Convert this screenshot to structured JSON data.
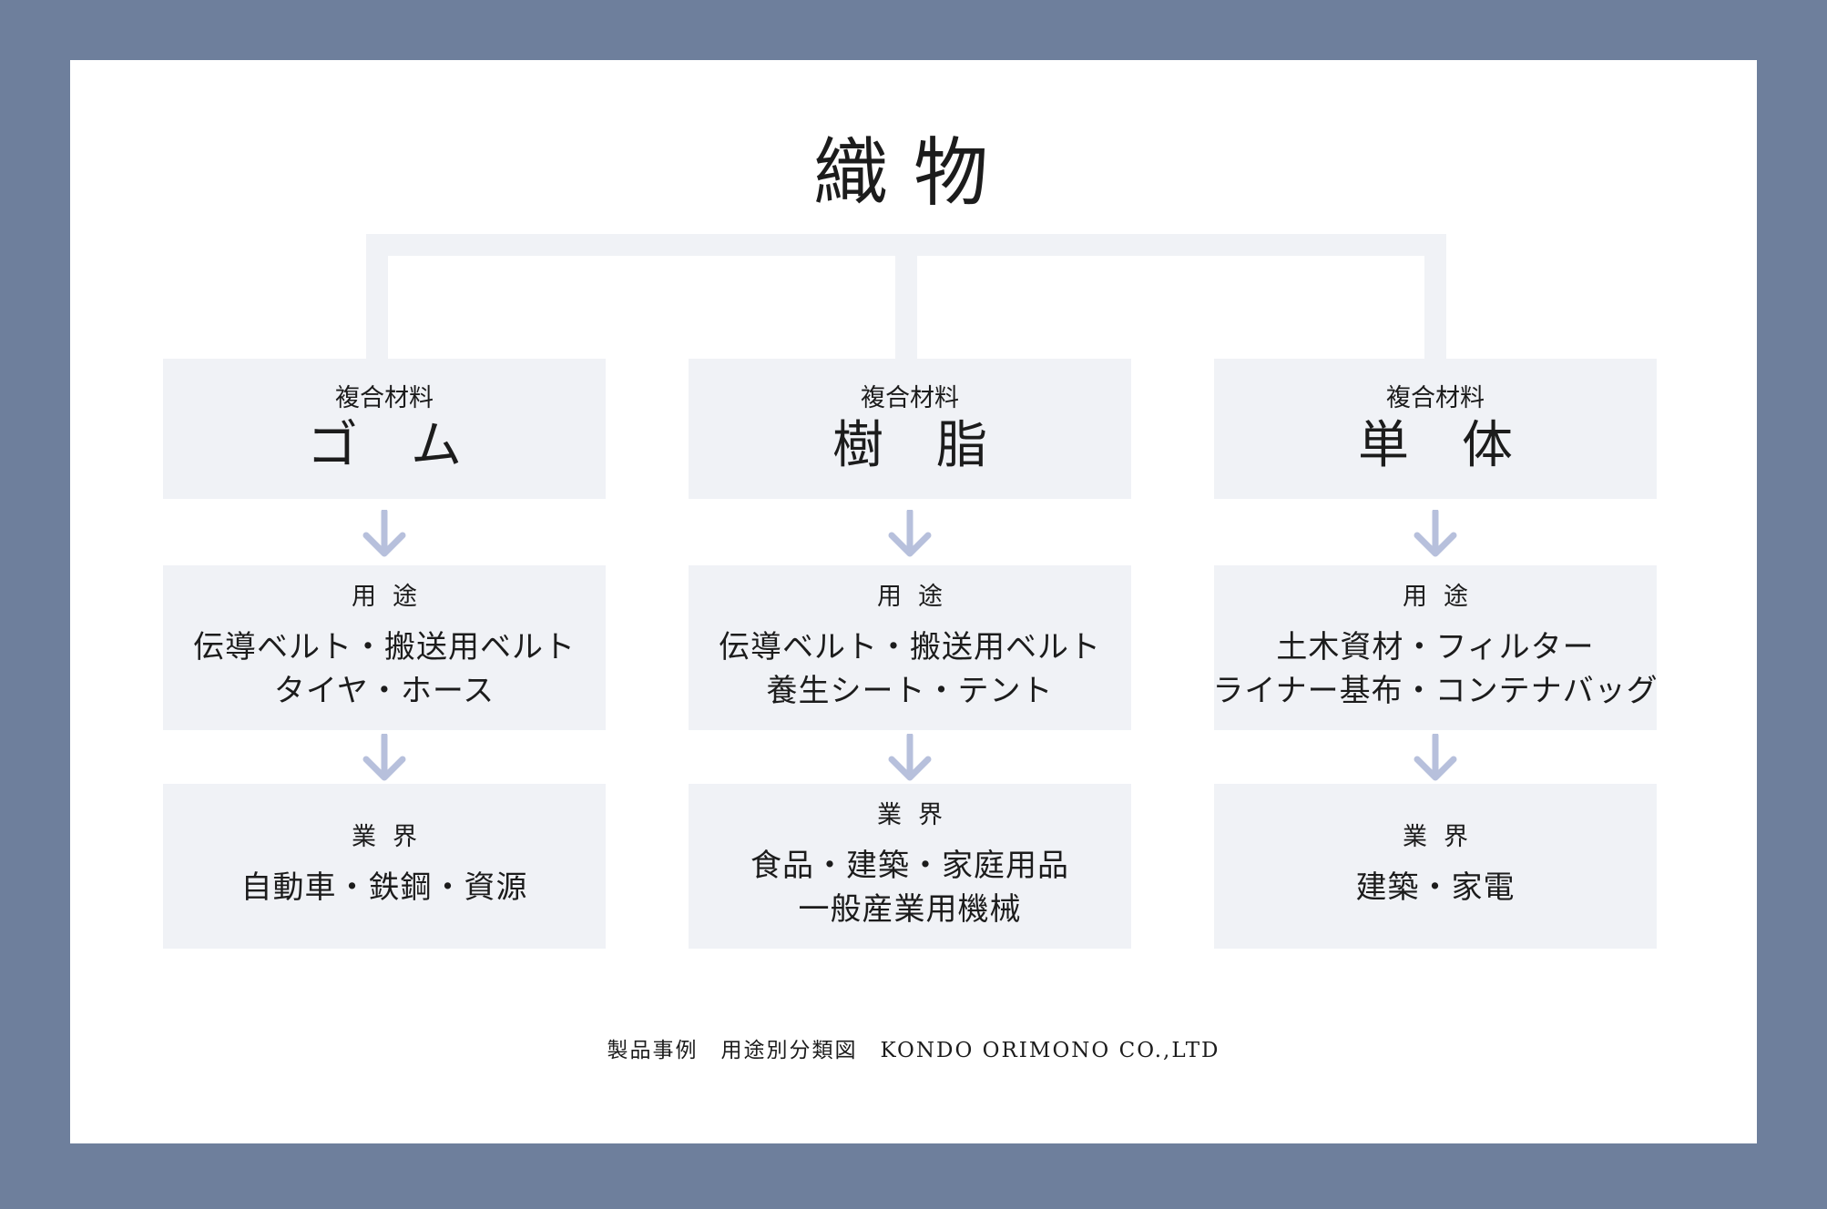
{
  "title": "織物",
  "columns": [
    {
      "category_label": "複合材料",
      "category_name": "ゴム",
      "use_label": "用途",
      "use_lines": [
        "伝導ベルト・搬送用ベルト",
        "タイヤ・ホース"
      ],
      "industry_label": "業界",
      "industry_lines": [
        "自動車・鉄鋼・資源"
      ]
    },
    {
      "category_label": "複合材料",
      "category_name": "樹脂",
      "use_label": "用途",
      "use_lines": [
        "伝導ベルト・搬送用ベルト",
        "養生シート・テント"
      ],
      "industry_label": "業界",
      "industry_lines": [
        "食品・建築・家庭用品",
        "一般産業用機械"
      ]
    },
    {
      "category_label": "複合材料",
      "category_name": "単体",
      "use_label": "用途",
      "use_lines": [
        "土木資材・フィルター",
        "ライナー基布・コンテナバッグ"
      ],
      "industry_label": "業界",
      "industry_lines": [
        "建築・家電"
      ]
    }
  ],
  "footer": "製品事例　用途別分類図　KONDO ORIMONO CO.,LTD",
  "colors": {
    "frame": "#6e7f9c",
    "box_fill": "#f0f2f6",
    "arrow": "#b7c0dc"
  }
}
